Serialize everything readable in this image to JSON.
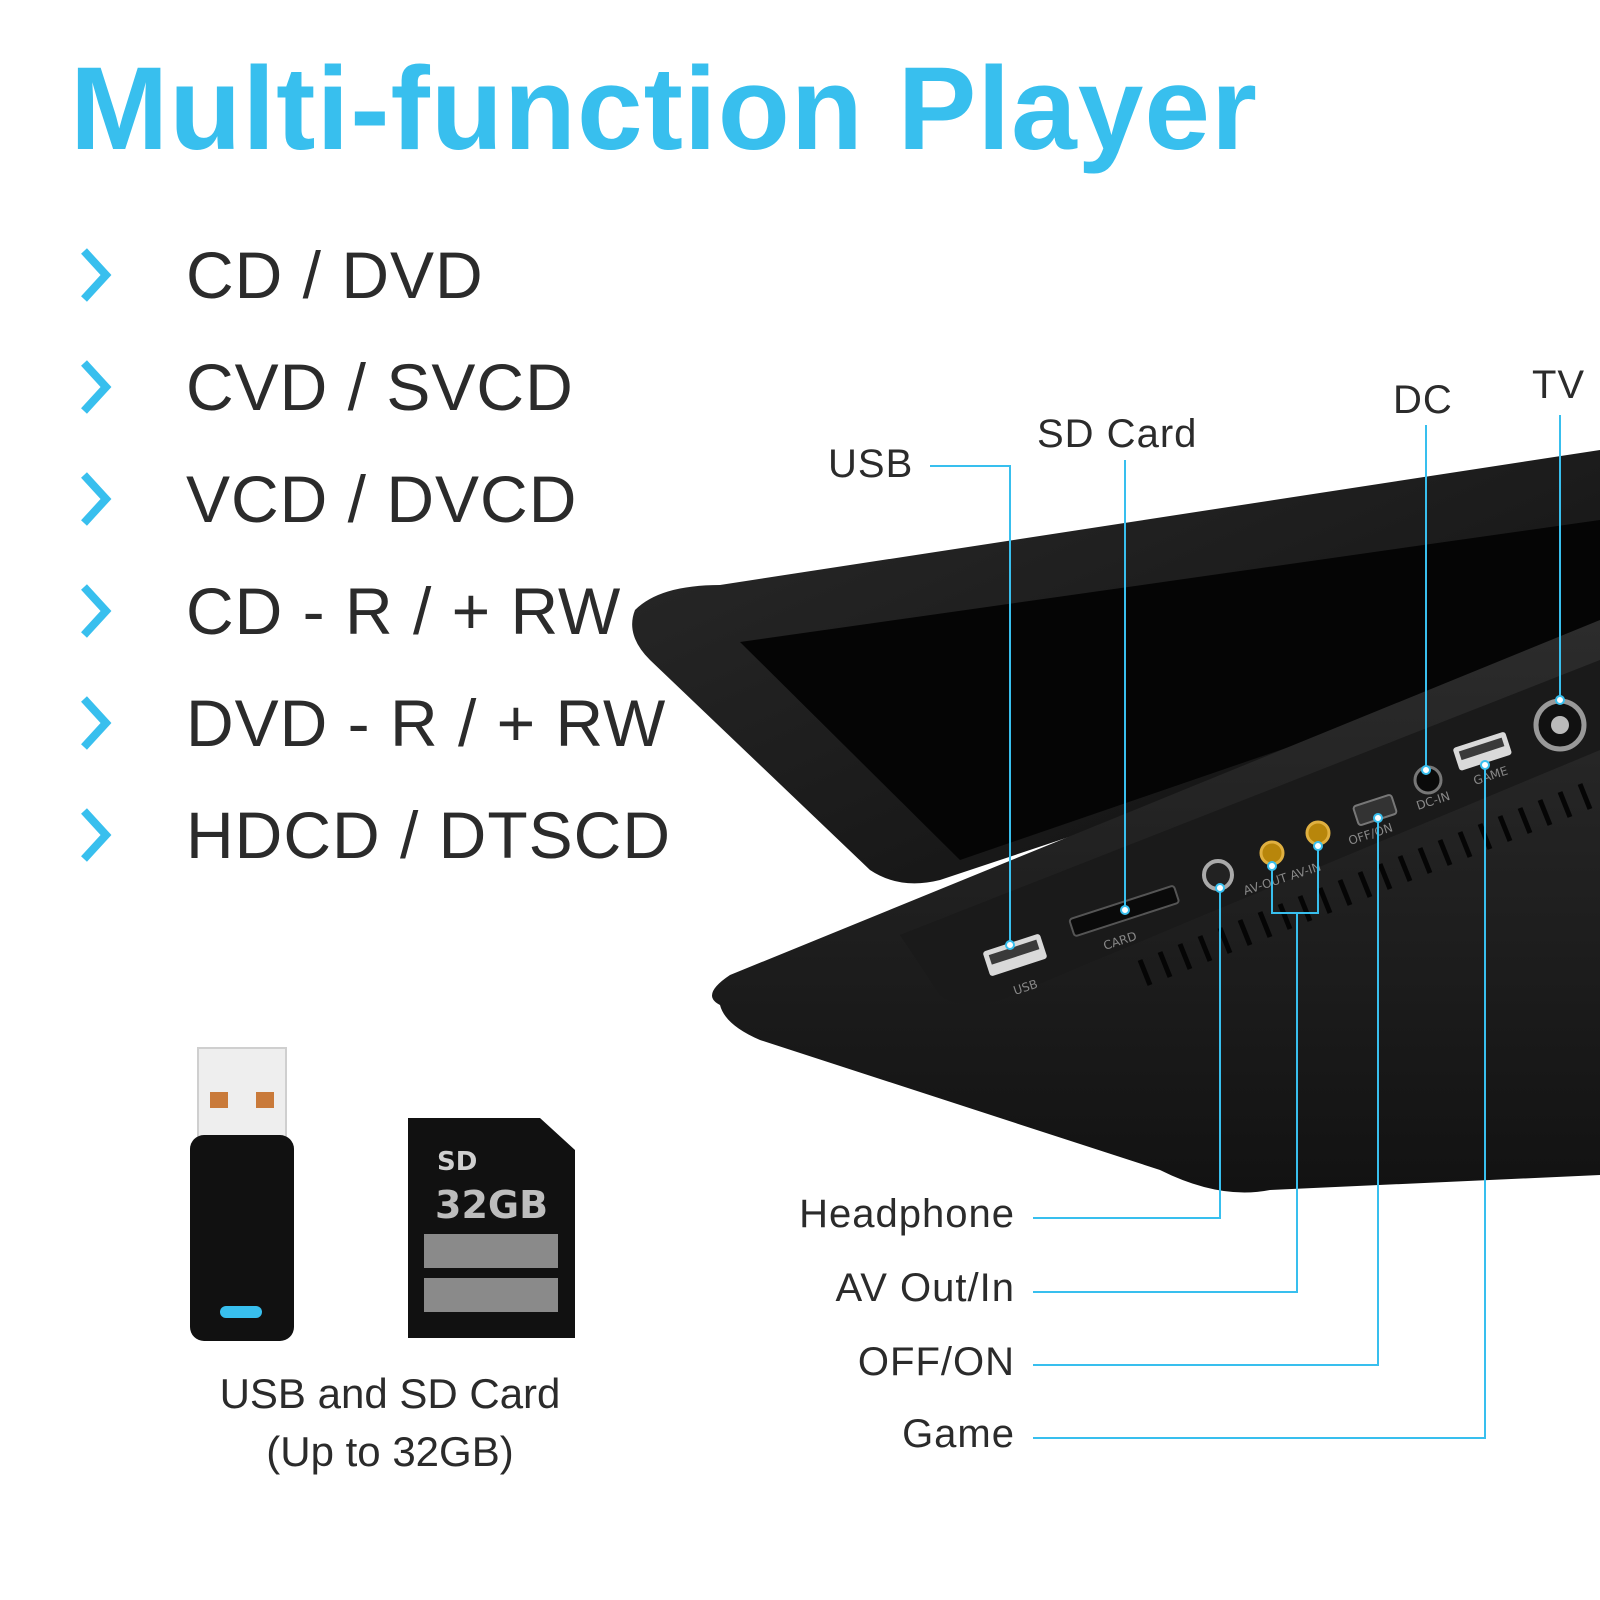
{
  "title": "Multi-function Player",
  "colors": {
    "accent": "#38bfee",
    "text": "#2b2b2b",
    "device": "#1c1c1c"
  },
  "features": [
    {
      "label": "CD / DVD"
    },
    {
      "label": "CVD / SVCD"
    },
    {
      "label": "VCD / DVCD"
    },
    {
      "label": "CD - R / + RW"
    },
    {
      "label": "DVD - R / + RW"
    },
    {
      "label": "HDCD / DTSCD"
    }
  ],
  "ports_top": {
    "usb": "USB",
    "sd_card": "SD Card",
    "dc": "DC",
    "tv": "TV"
  },
  "ports_bottom": {
    "headphone": "Headphone",
    "av": "AV Out/In",
    "switch": "OFF/ON",
    "game": "Game"
  },
  "device_labels": {
    "usb": "USB",
    "card": "CARD",
    "av": "AV-OUT AV-IN",
    "switch": "OFF/ON",
    "dc": "DC-IN",
    "game": "GAME"
  },
  "sd_card": {
    "brand": "SD",
    "capacity": "32GB"
  },
  "storage_caption": {
    "line1": "USB and SD Card",
    "line2": "(Up to 32GB)"
  }
}
